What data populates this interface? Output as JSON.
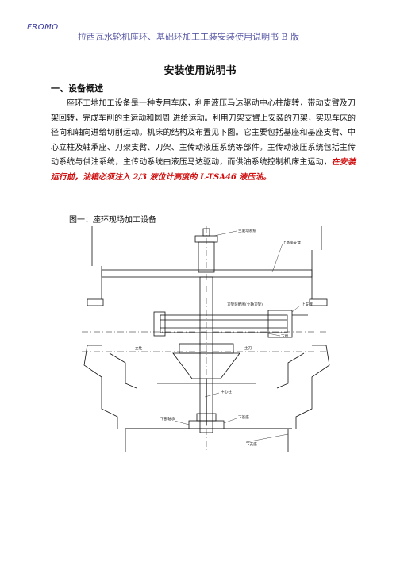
{
  "header": {
    "brand": "FROMO",
    "title": "拉西瓦水轮机座环、基础环加工工装安装使用说明书 B 版"
  },
  "document": {
    "title": "安装使用说明书",
    "section_heading": "一、设备概述",
    "paragraph_main": "座环工地加工设备是一种专用车床，利用液压马达驱动中心柱旋转，带动支臂及刀架回转，完成车削的主运动和圆周 进给运动。利用刀架支臂上安装的刀架，实现车床的径向和轴向进给切削运动。机床的结构及布置见下图。它主要包括基座和基座支臂、中心立柱及轴承座、刀架支臂、刀架、主传动液压系统等部件。主传动液压系统包括主传动系统与供油系统，主传动系统由液压马达驱动，而供油系统控制机床主运动，",
    "paragraph_warning": "在安装运行前，油箱必须注入 2/3 液位计高度的 L-TSA46 液压油。",
    "figure_caption": "图一：座环现场加工设备"
  },
  "drawing": {
    "labels": {
      "main_drive": "主驱动系统",
      "upper_arm": "上基座支臂",
      "tool_holder": "刀架装配图(立轴刀架)",
      "upper_support": "上支撑",
      "lower_cut": "下端",
      "column": "立柱",
      "center": "主刀",
      "center_column": "中心柱",
      "lower_bearing": "下部轴承",
      "lower_base": "下基座",
      "lower_arm": "下支座"
    }
  }
}
